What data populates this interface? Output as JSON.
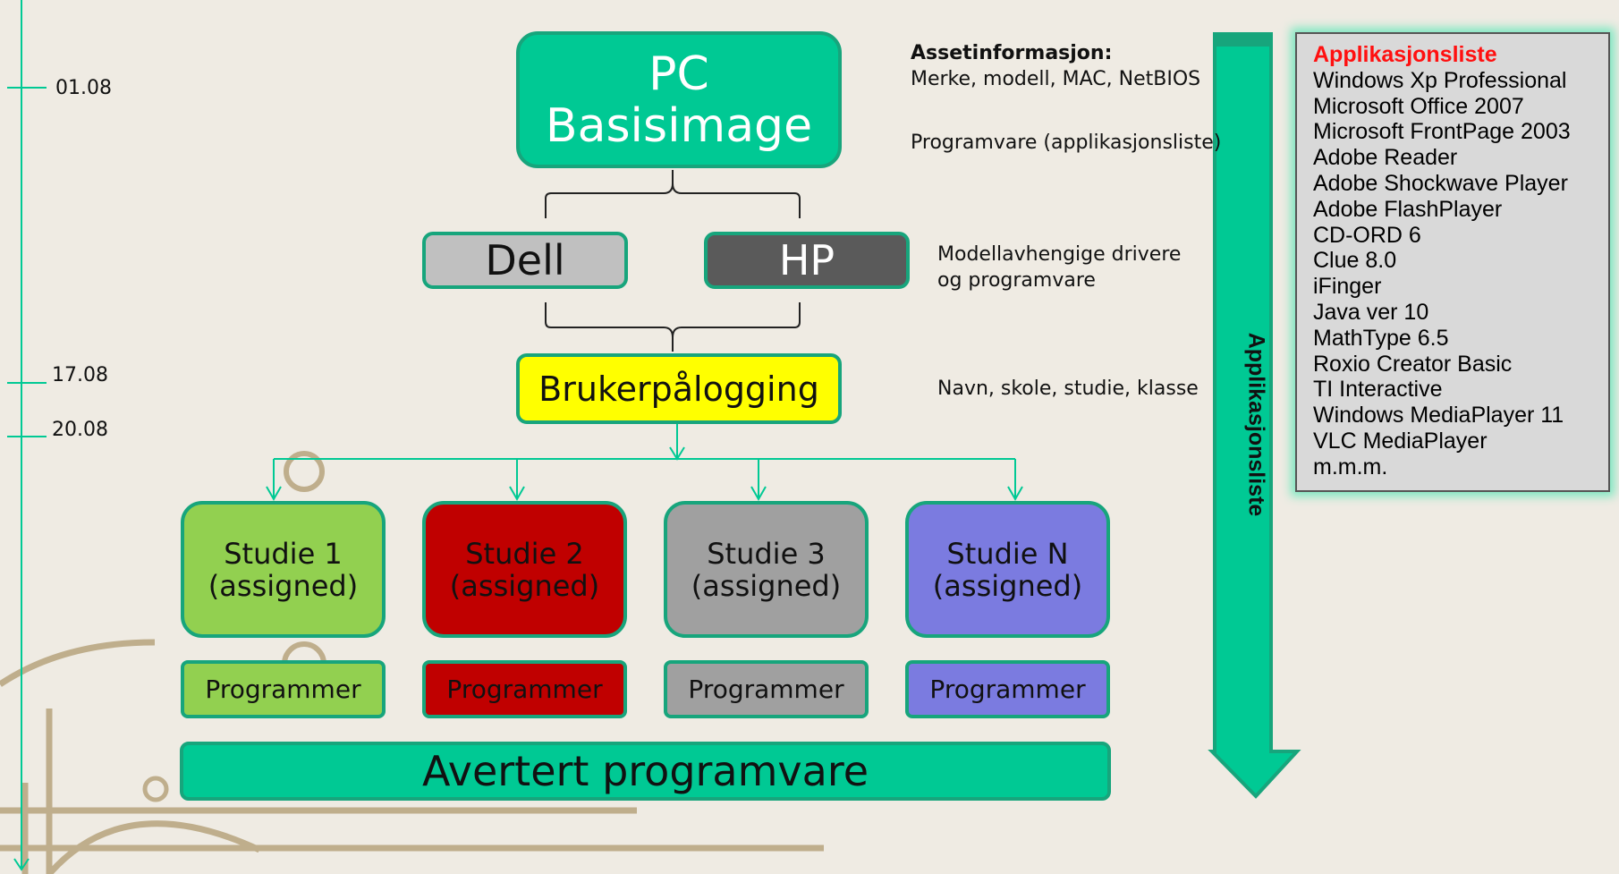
{
  "timeline": {
    "dates": [
      "01.08",
      "17.08",
      "20.08"
    ]
  },
  "nodes": {
    "pc": "PC\nBasisimage",
    "dell": "Dell",
    "hp": "HP",
    "login": "Brukerpålogging",
    "studies": [
      {
        "label": "Studie 1\n(assigned)",
        "program": "Programmer",
        "color": "#92d050"
      },
      {
        "label": "Studie 2\n(assigned)",
        "program": "Programmer",
        "color": "#c00000"
      },
      {
        "label": "Studie 3\n(assigned)",
        "program": "Programmer",
        "color": "#a0a0a0"
      },
      {
        "label": "Studie N\n(assigned)",
        "program": "Programmer",
        "color": "#7b7be0"
      }
    ],
    "advertised": "Avertert programvare"
  },
  "notes": {
    "asset_title": "Assetinformasjon:",
    "asset_detail": "Merke, modell, MAC, NetBIOS",
    "software": "Programvare (applikasjonsliste)",
    "model_drivers": "Modellavhengige drivere\nog programvare",
    "user_info": "Navn, skole, studie, klasse"
  },
  "arrow_label": "Applikasjonsliste",
  "applist": {
    "title": "Applikasjonsliste",
    "items": [
      "Windows Xp Professional",
      "Microsoft Office 2007",
      "Microsoft FrontPage 2003",
      "Adobe Reader",
      "Adobe Shockwave Player",
      "Adobe FlashPlayer",
      "CD-ORD 6",
      "Clue 8.0",
      "iFinger",
      "Java ver 10",
      "MathType 6.5",
      "Roxio Creator Basic",
      "TI Interactive",
      "Windows MediaPlayer 11",
      "VLC MediaPlayer",
      "m.m.m."
    ]
  },
  "colors": {
    "accent": "#00c994",
    "border": "#17a57c",
    "timeline": "#00c994",
    "decor": "#bfae8c"
  }
}
